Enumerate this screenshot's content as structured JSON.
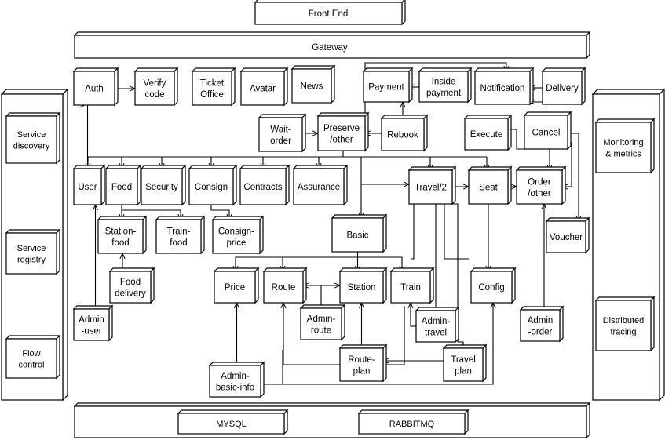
{
  "layers": {
    "front_end": "Front End",
    "gateway": "Gateway"
  },
  "left_panel": {
    "service_discovery": [
      "Service",
      "discovery"
    ],
    "service_registry": [
      "Service",
      "registry"
    ],
    "flow_control": [
      "Flow",
      "control"
    ]
  },
  "right_panel": {
    "monitoring": [
      "Monitoring",
      "& metrics"
    ],
    "tracing": [
      "Distributed",
      "tracing"
    ]
  },
  "bottom": {
    "mysql": "MYSQL",
    "rabbitmq": "RABBITMQ"
  },
  "services": {
    "auth": [
      "Auth"
    ],
    "verify_code": [
      "Verify",
      "code"
    ],
    "ticket_office": [
      "Ticket",
      "Office"
    ],
    "avatar": [
      "Avatar"
    ],
    "news": [
      "News"
    ],
    "payment": [
      "Payment"
    ],
    "inside_payment": [
      "Inside",
      "payment"
    ],
    "notification": [
      "Notification"
    ],
    "delivery": [
      "Delivery"
    ],
    "wait_order": [
      "Wait-",
      "order"
    ],
    "preserve": [
      "Preserve",
      "/other"
    ],
    "rebook": [
      "Rebook"
    ],
    "execute": [
      "Execute"
    ],
    "cancel": [
      "Cancel"
    ],
    "user": [
      "User"
    ],
    "food": [
      "Food"
    ],
    "security": [
      "Security"
    ],
    "consign": [
      "Consign"
    ],
    "contracts": [
      "Contracts"
    ],
    "assurance": [
      "Assurance"
    ],
    "travel2": [
      "Travel/2"
    ],
    "seat": [
      "Seat"
    ],
    "order": [
      "Order",
      "/other"
    ],
    "station_food": [
      "Station-",
      "food"
    ],
    "train_food": [
      "Train-",
      "food"
    ],
    "consign_price": [
      "Consign-",
      "price"
    ],
    "basic": [
      "Basic"
    ],
    "voucher": [
      "Voucher"
    ],
    "food_delivery": [
      "Food",
      "delivery"
    ],
    "price": [
      "Price"
    ],
    "route": [
      "Route"
    ],
    "station": [
      "Station"
    ],
    "train": [
      "Train"
    ],
    "config": [
      "Config"
    ],
    "admin_user": [
      "Admin",
      "-user"
    ],
    "admin_route": [
      "Admin-",
      "route"
    ],
    "admin_travel": [
      "Admin-",
      "travel"
    ],
    "admin_order": [
      "Admin",
      "-order"
    ],
    "route_plan": [
      "Route-",
      "plan"
    ],
    "travel_plan": [
      "Travel",
      "plan"
    ],
    "admin_basic_info": [
      "Admin-",
      "basic-info"
    ]
  }
}
